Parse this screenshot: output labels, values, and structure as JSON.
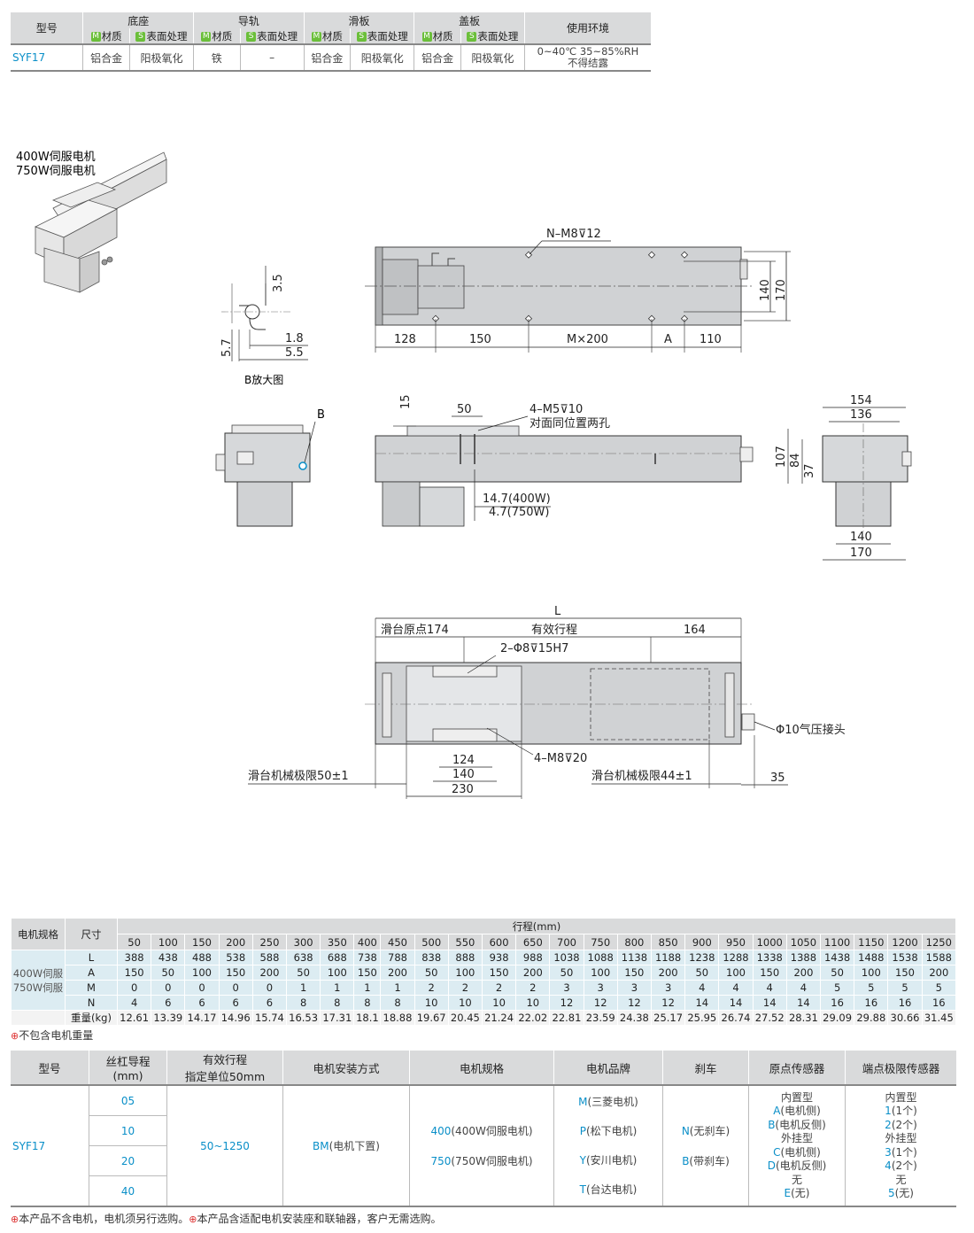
{
  "material_table": {
    "headers": {
      "model": "型号",
      "base": "底座",
      "rail": "导轨",
      "slider": "滑板",
      "cover": "盖板",
      "env": "使用环境"
    },
    "sub_material": "材质",
    "sub_surface": "表面处理",
    "tag_m": "M",
    "tag_s": "S",
    "row": {
      "model": "SYF17",
      "base_material": "铝合金",
      "base_surface": "阳极氧化",
      "rail_material": "铁",
      "rail_surface": "–",
      "slider_material": "铝合金",
      "slider_surface": "阳极氧化",
      "cover_material": "铝合金",
      "cover_surface": "阳极氧化",
      "env_line1": "0~40℃  35~85%RH",
      "env_line2": "不得结露"
    }
  },
  "product_labels": {
    "motor1": "400W伺服电机",
    "motor2": "750W伺服电机"
  },
  "drawing_labels": {
    "top_holes": "N–M8",
    "top_holes_depth": "12",
    "top_dims": [
      "128",
      "150",
      "M×200",
      "A",
      "110"
    ],
    "top_vert": [
      "140",
      "170"
    ],
    "b_detail": "B放大图",
    "b_dims": [
      "3.5",
      "1.8",
      "5.5",
      "5.7"
    ],
    "b_label": "B",
    "side_holes": "4–M5",
    "side_holes_depth": "10",
    "side_holes_note": "对面同位置两孔",
    "side_dims": [
      "15",
      "50"
    ],
    "side_offset1": "14.7(400W)",
    "side_offset2": "4.7(750W)",
    "end_dims": [
      "154",
      "136",
      "107",
      "84",
      "37",
      "140",
      "170"
    ],
    "bottom_L": "L",
    "bottom_origin": "滑台原点174",
    "bottom_stroke": "有效行程",
    "bottom_164": "164",
    "bottom_pin": "2–Φ8",
    "bottom_pin_depth": "15H7",
    "bottom_holes": "4–M8",
    "bottom_holes_depth": "20",
    "bottom_air": "Φ10气压接头",
    "bottom_dims": [
      "124",
      "140",
      "230"
    ],
    "bottom_limit_left": "滑台机械极限50±1",
    "bottom_limit_right": "滑台机械极限44±1",
    "bottom_35": "35"
  },
  "spec_table": {
    "col_motor": "电机规格",
    "col_size": "尺寸",
    "col_stroke": "行程(mm)",
    "motor": "400W伺服\n750W伺服",
    "strokes": [
      "50",
      "100",
      "150",
      "200",
      "250",
      "300",
      "350",
      "400",
      "450",
      "500",
      "550",
      "600",
      "650",
      "700",
      "750",
      "800",
      "850",
      "900",
      "950",
      "1000",
      "1050",
      "1100",
      "1150",
      "1200",
      "1250"
    ],
    "rows": [
      {
        "label": "L",
        "values": [
          "388",
          "438",
          "488",
          "538",
          "588",
          "638",
          "688",
          "738",
          "788",
          "838",
          "888",
          "938",
          "988",
          "1038",
          "1088",
          "1138",
          "1188",
          "1238",
          "1288",
          "1338",
          "1388",
          "1438",
          "1488",
          "1538",
          "1588"
        ]
      },
      {
        "label": "A",
        "values": [
          "150",
          "50",
          "100",
          "150",
          "200",
          "50",
          "100",
          "150",
          "200",
          "50",
          "100",
          "150",
          "200",
          "50",
          "100",
          "150",
          "200",
          "50",
          "100",
          "150",
          "200",
          "50",
          "100",
          "150",
          "200"
        ]
      },
      {
        "label": "M",
        "values": [
          "0",
          "0",
          "0",
          "0",
          "0",
          "1",
          "1",
          "1",
          "1",
          "2",
          "2",
          "2",
          "2",
          "3",
          "3",
          "3",
          "3",
          "4",
          "4",
          "4",
          "4",
          "5",
          "5",
          "5",
          "5"
        ]
      },
      {
        "label": "N",
        "values": [
          "4",
          "6",
          "6",
          "6",
          "6",
          "8",
          "8",
          "8",
          "8",
          "10",
          "10",
          "10",
          "10",
          "12",
          "12",
          "12",
          "12",
          "14",
          "14",
          "14",
          "14",
          "16",
          "16",
          "16",
          "16"
        ]
      },
      {
        "label": "重量(kg)",
        "values": [
          "12.61",
          "13.39",
          "14.17",
          "14.96",
          "15.74",
          "16.53",
          "17.31",
          "18.1",
          "18.88",
          "19.67",
          "20.45",
          "21.24",
          "22.02",
          "22.81",
          "23.59",
          "24.38",
          "25.17",
          "25.95",
          "26.74",
          "27.52",
          "28.31",
          "29.09",
          "29.88",
          "30.66",
          "31.45"
        ]
      }
    ],
    "note": "不包含电机重量"
  },
  "order_table": {
    "headers": [
      "型号",
      "丝杠导程\n(mm)",
      "有效行程\n指定单位50mm",
      "电机安装方式",
      "电机规格",
      "电机品牌",
      "刹车",
      "原点传感器",
      "端点极限传感器"
    ],
    "model": "SYF17",
    "leads": [
      "05",
      "10",
      "20",
      "40"
    ],
    "stroke": "50~1250",
    "mount_code": "BM",
    "mount_text": "(电机下置)",
    "motor_specs": [
      {
        "code": "400",
        "text": "(400W伺服电机)"
      },
      {
        "code": "750",
        "text": "(750W伺服电机)"
      }
    ],
    "brands": [
      {
        "code": "M",
        "text": "(三菱电机)"
      },
      {
        "code": "P",
        "text": "(松下电机)"
      },
      {
        "code": "Y",
        "text": "(安川电机)"
      },
      {
        "code": "T",
        "text": "(台达电机)"
      }
    ],
    "brakes": [
      {
        "code": "N",
        "text": "(无刹车)"
      },
      {
        "code": "B",
        "text": "(带刹车)"
      }
    ],
    "origin_sensor": {
      "inner": "内置型",
      "a_code": "A",
      "a_text": "(电机侧)",
      "b_code": "B",
      "b_text": "(电机反侧)",
      "outer": "外挂型",
      "c_code": "C",
      "c_text": "(电机侧)",
      "d_code": "D",
      "d_text": "(电机反侧)",
      "none": "无",
      "e_code": "E",
      "e_text": "(无)"
    },
    "limit_sensor": {
      "inner": "内置型",
      "c1_code": "1",
      "c1_text": "(1个)",
      "c2_code": "2",
      "c2_text": "(2个)",
      "outer": "外挂型",
      "c3_code": "3",
      "c3_text": "(1个)",
      "c4_code": "4",
      "c4_text": "(2个)",
      "none": "无",
      "c5_code": "5",
      "c5_text": "(无)"
    },
    "footnote1": "本产品不含电机，电机须另行选购。",
    "footnote2": "本产品含适配电机安装座和联轴器，客户无需选购。"
  },
  "colors": {
    "accent": "#0a8fc8",
    "header_bg": "#d9dadb",
    "row_bg": "#dcecf2",
    "note_icon": "#dd3333"
  }
}
